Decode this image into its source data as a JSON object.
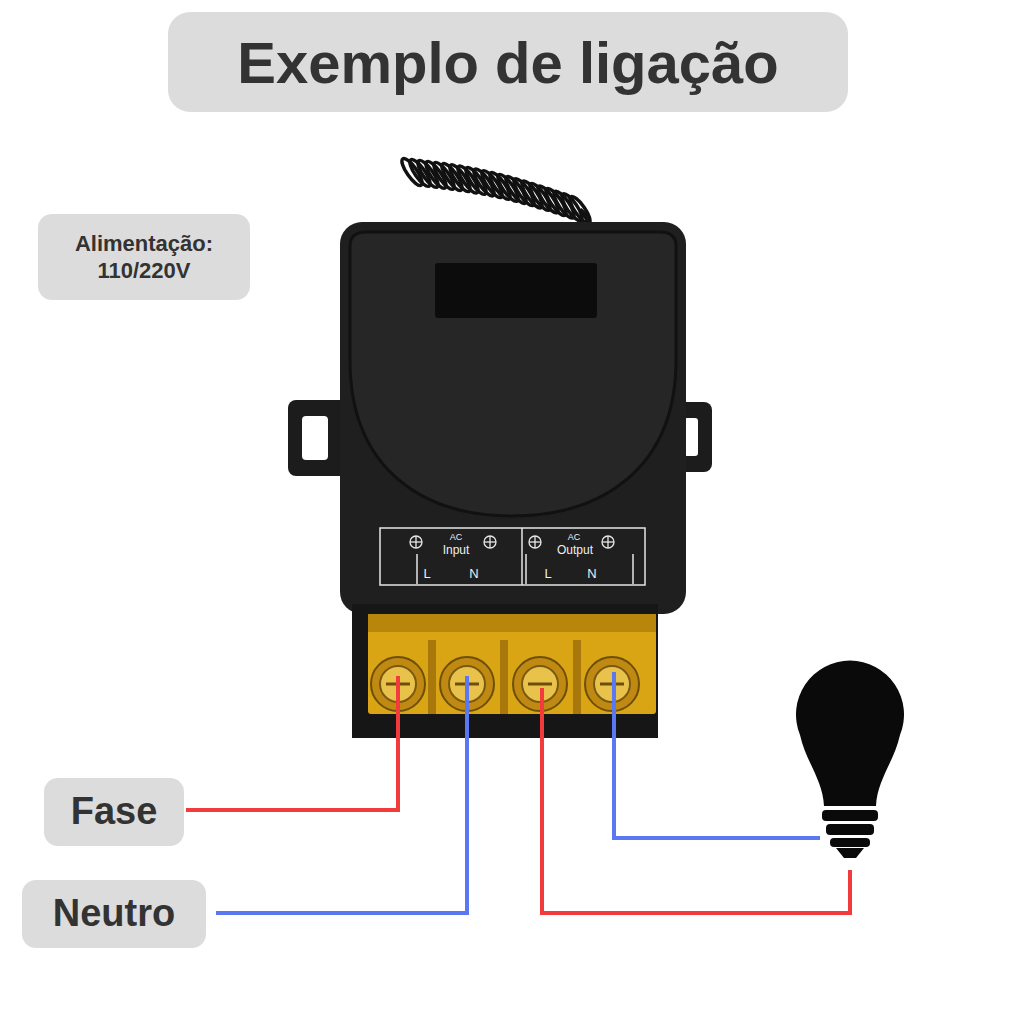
{
  "diagram": {
    "title": "Exemplo de ligação",
    "nodes": [
      {
        "text": [
          "Alimentação: 110/220V"
        ]
      },
      {
        "text": [
          "Fase"
        ]
      },
      {
        "text": [
          "Neutro"
        ]
      }
    ],
    "labels": [
      "AC",
      "Input",
      "L",
      "N",
      "AC",
      "Output",
      "L",
      "N"
    ]
  }
}
